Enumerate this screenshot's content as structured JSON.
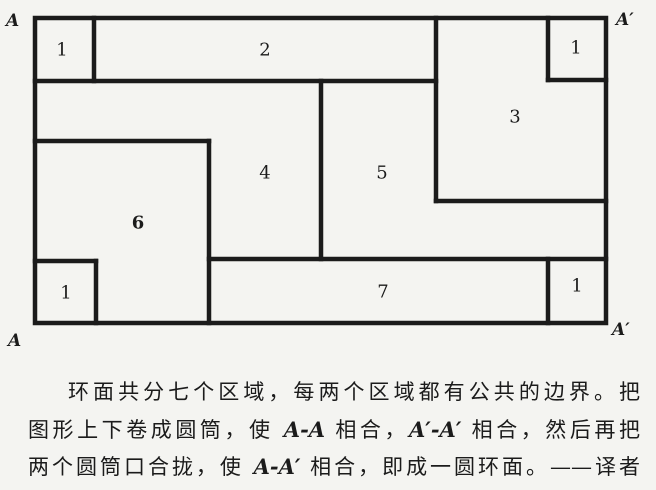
{
  "diagram": {
    "corners": {
      "top_left": "A",
      "top_right": "A′",
      "bottom_left": "A",
      "bottom_right": "A′"
    },
    "regions": {
      "r1_top_left": "1",
      "r2": "2",
      "r1_top_right": "1",
      "r3": "3",
      "r4": "4",
      "r5": "5",
      "r6": "6",
      "r1_bottom_left": "1",
      "r7": "7",
      "r1_bottom_right": "1"
    }
  },
  "caption": {
    "line1": "环面共分七个区域，每两个区域都有公共的边界。把",
    "line2": [
      "图形上下卷成圆筒，使 ",
      "A-A",
      " 相合，",
      "A′-A′",
      " 相合，然后再把"
    ],
    "line3": [
      "两个圆筒口合拢，使 ",
      "A-A′",
      " 相合，即成一圆环面。——译者"
    ]
  },
  "colors": {
    "ink": "#1b1b1b",
    "paper": "#f4f4f1"
  }
}
